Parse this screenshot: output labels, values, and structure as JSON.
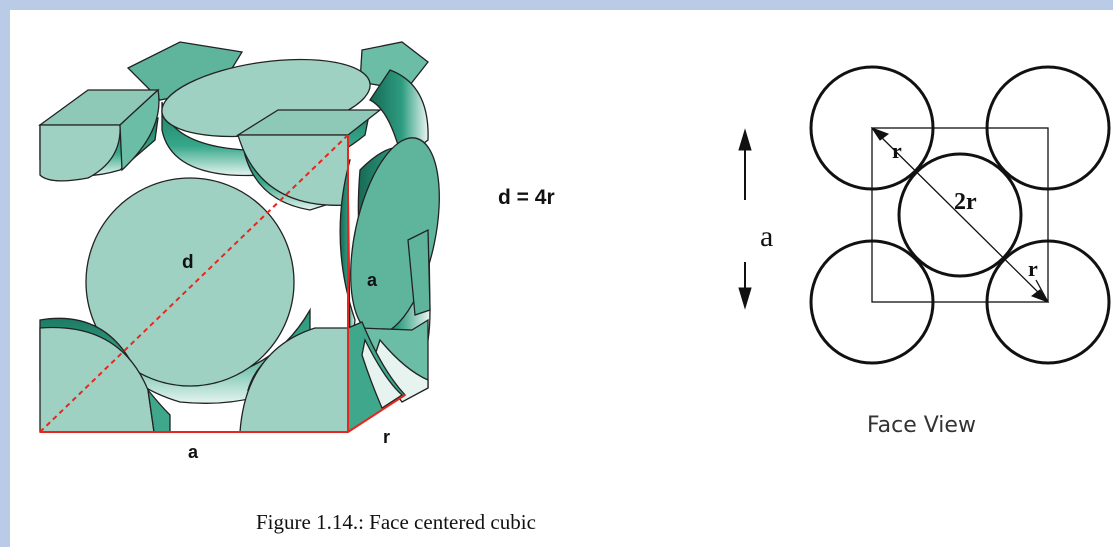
{
  "figure": {
    "caption": "Figure 1.14.: Face centered cubic",
    "colors": {
      "sphere_fill": "#9fd1c2",
      "sphere_dark": "#2e9c80",
      "edge_red": "#e8261f",
      "outline": "#222222"
    }
  },
  "cube": {
    "diagonal_label": "d",
    "side_label_right": "a",
    "bottom_label": "a",
    "depth_label": "r",
    "relation": "d = 4r"
  },
  "face_view": {
    "title": "Face View",
    "side_label": "a",
    "radius_label_top": "r",
    "radius_label_center": "2r",
    "radius_label_bottom": "r"
  }
}
